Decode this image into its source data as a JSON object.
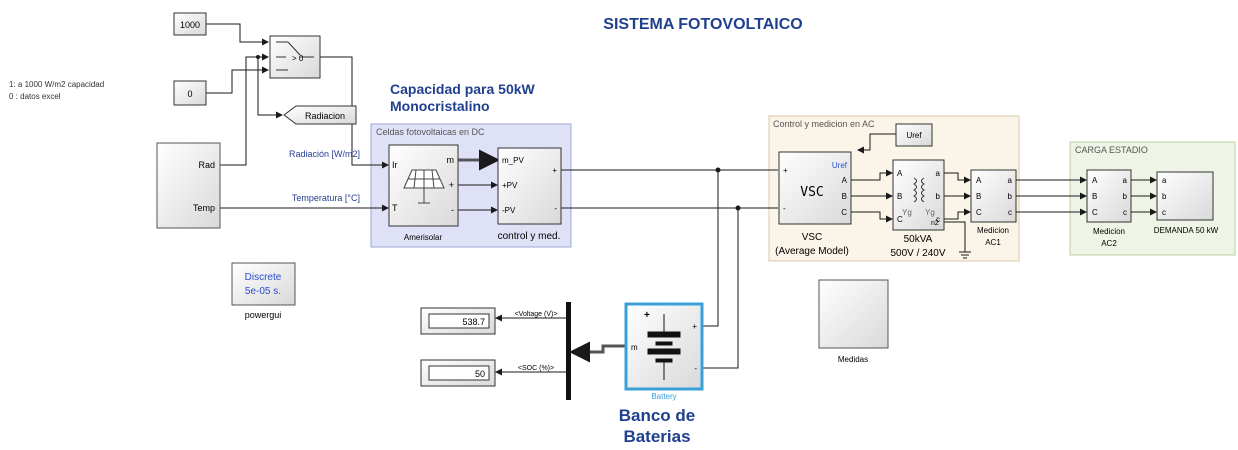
{
  "title": "SISTEMA FOTOVOLTAICO",
  "notes": {
    "line1": "1: a 1000 W/m2 capacidad",
    "line2": "0 : datos excel"
  },
  "constants": {
    "c1000": "1000",
    "c0": "0"
  },
  "switch": {
    "label": "> 0"
  },
  "radiacion_tag": "Radiacion",
  "signal_source": {
    "port_rad": "Rad",
    "port_temp": "Temp"
  },
  "signals": {
    "radiacion": "Radiación [W/m2]",
    "temperatura": "Temperatura [°C]"
  },
  "pv_heading": {
    "line1": "Capacidad para 50kW",
    "line2": "Monocristalino"
  },
  "pv_area": {
    "title": "Celdas fotovoltaicas en DC"
  },
  "pv_panel": {
    "name": "Amerisolar",
    "port_ir": "Ir",
    "port_t": "T",
    "port_m": "m",
    "port_plus": "+",
    "port_minus": "-"
  },
  "pv_control": {
    "name": "control y med.",
    "port_mpv": "m_PV",
    "port_ppv": "+PV",
    "port_npv": "-PV",
    "out_plus": "+",
    "out_minus": "-"
  },
  "ac_area": {
    "title": "Control y medicion en AC"
  },
  "uref": {
    "label": "Uref"
  },
  "vsc": {
    "inner": "VSC",
    "name": "VSC",
    "model": "(Average Model)",
    "port_plus": "+",
    "port_minus": "-",
    "port_uref": "Uref",
    "port_a": "A",
    "port_b": "B",
    "port_c": "C"
  },
  "transformer": {
    "name": "50kVA",
    "rating": "500V / 240V",
    "ports_left": [
      "A",
      "B",
      "C"
    ],
    "ports_right": [
      "a",
      "b",
      "c"
    ],
    "yg1": "Yg",
    "yg2": "Yg",
    "n2": "n2"
  },
  "medicion1": {
    "name": "Medicion",
    "name2": "AC1",
    "ports_in": [
      "A",
      "B",
      "C"
    ],
    "ports_out": [
      "a",
      "b",
      "c"
    ]
  },
  "carga_area": {
    "title": "CARGA ESTADIO"
  },
  "medicion2": {
    "name": "Medicion",
    "name2": "AC2",
    "ports_in": [
      "A",
      "B",
      "C"
    ],
    "ports_out": [
      "a",
      "b",
      "c"
    ]
  },
  "demanda": {
    "name": "DEMANDA 50 kW",
    "ports": [
      "a",
      "b",
      "c"
    ]
  },
  "powergui": {
    "line1": "Discrete",
    "line2": "5e-05 s.",
    "name": "powergui"
  },
  "medidas": {
    "name": "Medidas"
  },
  "battery": {
    "name": "Battery",
    "port_m": "m",
    "port_plus": "+",
    "port_minus": "-"
  },
  "bus": {
    "voltage_label": "<Voltage (V)>",
    "soc_label": "<SOC (%)>"
  },
  "displays": {
    "voltage": "538.7",
    "soc": "50"
  },
  "banco": {
    "line1": "Banco de",
    "line2": "Baterias"
  },
  "colors": {
    "title": "#1f3f8f",
    "signal_text": "#243f8f",
    "pv_area_fill": "#dfe2f6",
    "pv_area_stroke": "#9ea6d6",
    "ac_area_fill": "#fbf4e8",
    "ac_area_stroke": "#d8c8a8",
    "carga_fill": "#eef5e6",
    "carga_stroke": "#b8d0a0",
    "battery_border": "#3aa0d8",
    "line": "#1a1a1a"
  }
}
